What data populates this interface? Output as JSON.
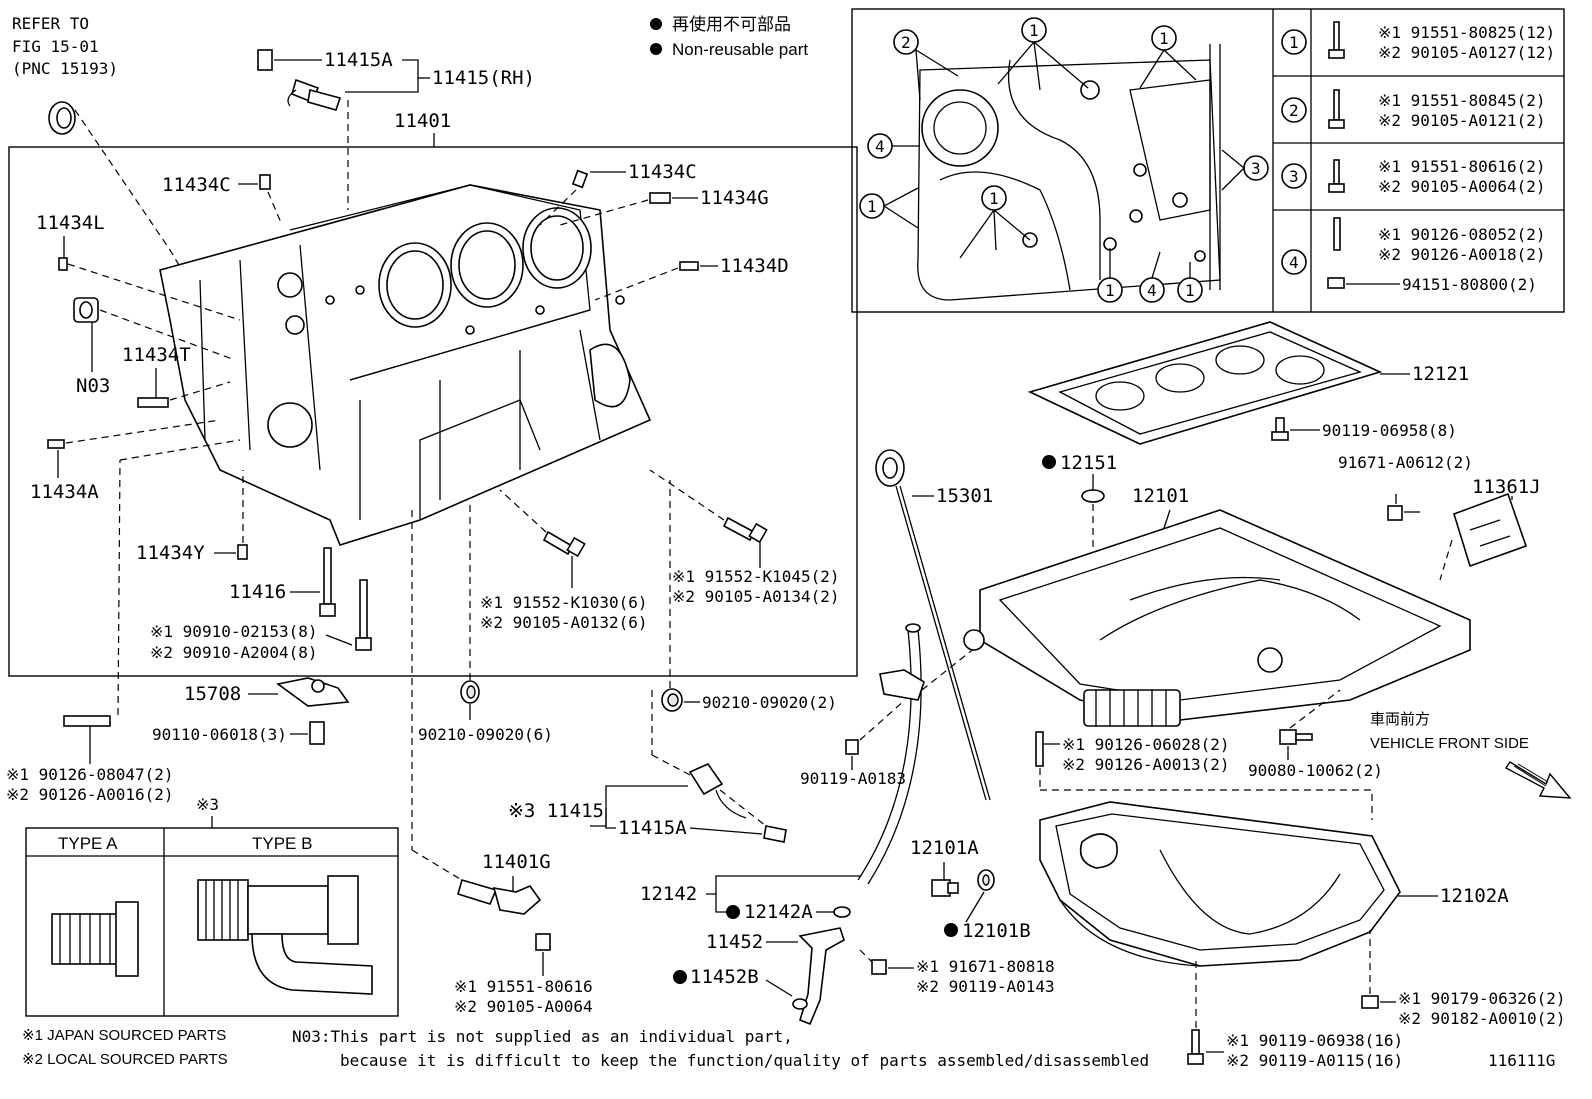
{
  "header": {
    "refer": [
      "REFER TO",
      "FIG 15-01",
      "(PNC 15193)"
    ],
    "legend_non_reusable_jp": "再使用不可部品",
    "legend_non_reusable_en": "Non-reusable part"
  },
  "parts": {
    "p11415A_top": "11415A",
    "p11415RH": "11415(RH)",
    "p11401": "11401",
    "p11434C_l": "11434C",
    "p11434C_r": "11434C",
    "p11434G": "11434G",
    "p11434L": "11434L",
    "p11434D": "11434D",
    "p11434T": "11434T",
    "pN03": "N03",
    "p11434A": "11434A",
    "p11434Y": "11434Y",
    "p11416": "11416",
    "b11416_1": "※1 90910-02153(8)",
    "b11416_2": "※2 90910-A2004(8)",
    "b91552_1": "※1 91552-K1030(6)",
    "b91552_2": "※2 90105-A0132(6)",
    "b91552K_1": "※1 91552-K1045(2)",
    "b91552K_2": "※2 90105-A0134(2)",
    "p15708": "15708",
    "b90110": "90110-06018(3)",
    "b90210_l": "90210-09020(6)",
    "b90210_r": "90210-09020(2)",
    "b90126_1": "※1 90126-08047(2)",
    "b90126_2": "※2 90126-A0016(2)",
    "note3": "※3",
    "p11415_3": "※3 11415",
    "p11415A_low": "11415A",
    "p11401G": "11401G",
    "b91551_1": "※1 91551-80616",
    "b91551_2": "※2 90105-A0064",
    "p15301": "15301",
    "b90119_A0183": "90119-A0183",
    "p12142": "12142",
    "p12142A": "12142A",
    "p11452": "11452",
    "p11452B": "11452B",
    "p12101A": "12101A",
    "p12101B": "12101B",
    "b91671_1": "※1 91671-80818",
    "b91671_2": "※2 90119-A0143",
    "p12121": "12121",
    "b90119_06958": "90119-06958(8)",
    "p12151": "12151",
    "p12101": "12101",
    "b91671_A0612": "91671-A0612(2)",
    "p11361J": "11361J",
    "b90126_06028_1": "※1 90126-06028(2)",
    "b90126_06028_2": "※2 90126-A0013(2)",
    "b90080": "90080-10062(2)",
    "front_jp": "車両前方",
    "front_en": "VEHICLE FRONT SIDE",
    "p12102A": "12102A",
    "b90179_1": "※1 90179-06326(2)",
    "b90179_2": "※2 90182-A0010(2)",
    "b90119_06938_1": "※1 90119-06938(16)",
    "b90119_06938_2": "※2 90119-A0115(16)"
  },
  "bolt_table": [
    {
      "num": "1",
      "a": "※1 91551-80825(12)",
      "b": "※2 90105-A0127(12)"
    },
    {
      "num": "2",
      "a": "※1 91551-80845(2)",
      "b": "※2 90105-A0121(2)"
    },
    {
      "num": "3",
      "a": "※1 91551-80616(2)",
      "b": "※2 90105-A0064(2)"
    },
    {
      "num": "4",
      "a": "※1 90126-08052(2)",
      "b": "※2 90126-A0018(2)",
      "c": "94151-80800(2)"
    }
  ],
  "inset_callouts": [
    "1",
    "2",
    "3",
    "4"
  ],
  "type_box": {
    "type_a": "TYPE A",
    "type_b": "TYPE B"
  },
  "footer": {
    "note1": "※1 JAPAN SOURCED PARTS",
    "note2": "※2 LOCAL SOURCED PARTS",
    "n03_a": "N03:This part is not supplied as an individual part,",
    "n03_b": "because it is difficult to keep the function/quality of parts assembled/disassembled",
    "fig_id": "116111G"
  }
}
